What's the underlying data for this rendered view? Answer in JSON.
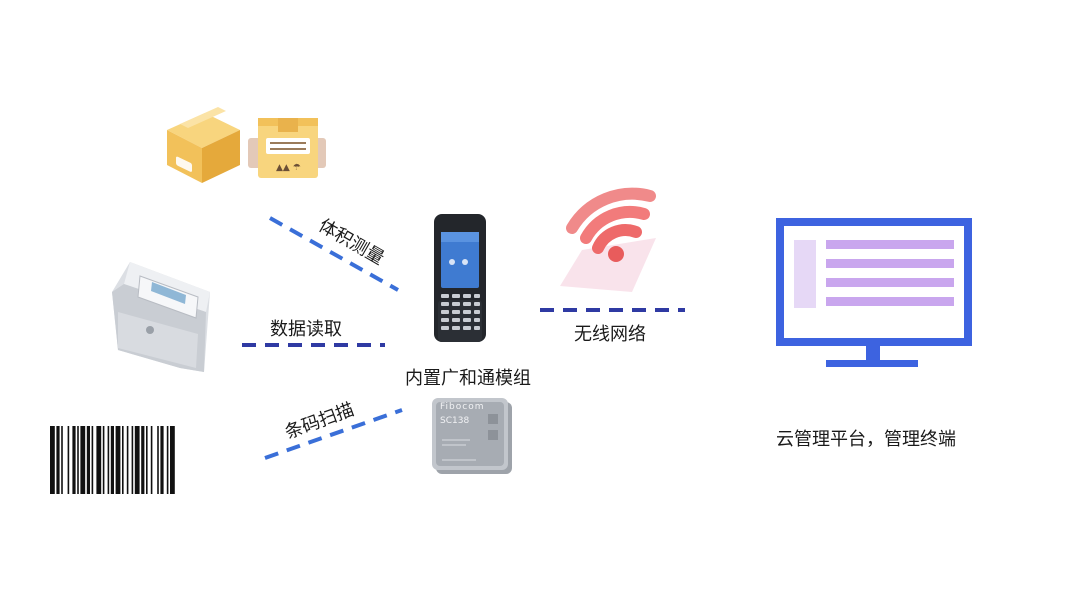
{
  "labels": {
    "volume": "体积测量",
    "data_read": "数据读取",
    "barcode": "条码扫描",
    "wireless": "无线网络",
    "module": "内置广和通模组",
    "cloud": "云管理平台，管理终端"
  },
  "module_chip": {
    "brand": "Fibocom",
    "model": "SC138"
  },
  "colors": {
    "line_blue": "#3a6fd8",
    "line_navy": "#2f3aa3",
    "monitor_blue": "#3d63e0",
    "monitor_bar": "#c9a6ee",
    "monitor_side": "#e6d8f6",
    "wifi": "#f07474",
    "box": "#f2c15a"
  },
  "icons": [
    "package-box-icon",
    "shipping-box-icon",
    "electric-meter-icon",
    "handheld-scanner-icon",
    "wifi-icon",
    "communication-module-icon",
    "monitor-icon",
    "barcode-icon"
  ]
}
